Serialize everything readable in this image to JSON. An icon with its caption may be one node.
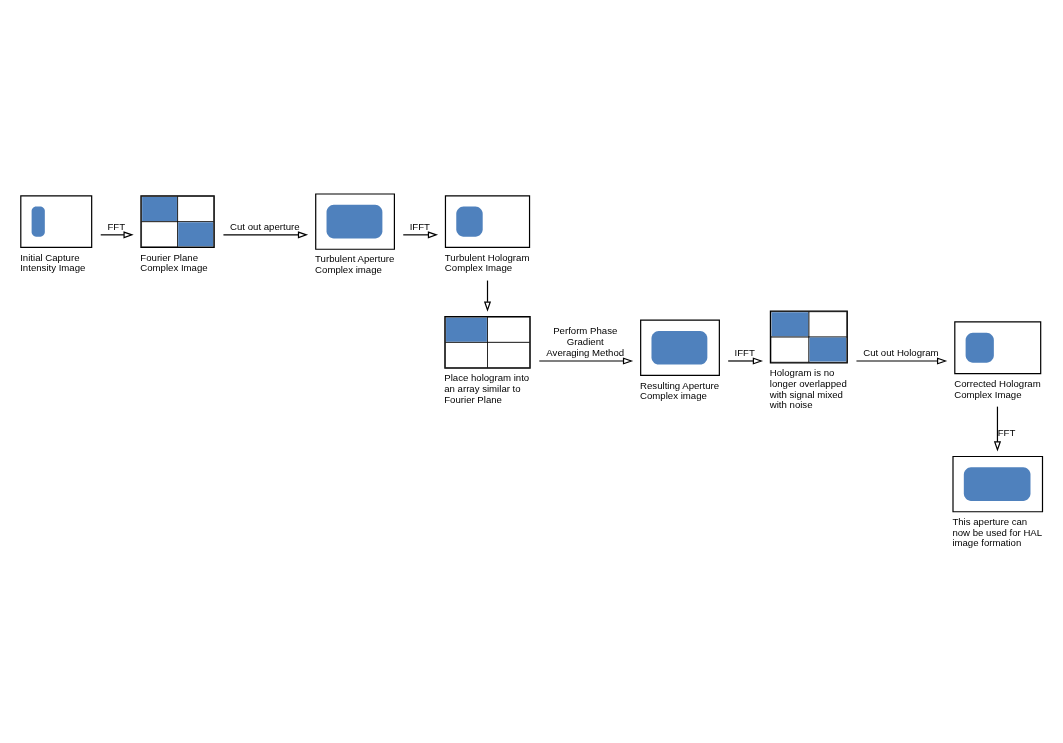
{
  "diagram": {
    "nodes": [
      {
        "text": [],
        "shape": "picture",
        "beside": [
          "Initial Capture Intensity Image"
        ]
      },
      {
        "text": [],
        "shape": "picture",
        "beside": [
          "Fourier Plane Complex Image"
        ]
      },
      {
        "text": [],
        "shape": "picture",
        "beside": [
          "Turbulent Aperture Complex image"
        ]
      },
      {
        "text": [],
        "shape": "picture",
        "beside": [
          "Turbulent Hologram Complex Image"
        ]
      },
      {
        "text": [],
        "shape": "picture",
        "beside": [
          "Place hologram into an array similar to Fourier Plane"
        ]
      },
      {
        "text": [],
        "shape": "picture",
        "beside": [
          "Resulting Aperture Complex image"
        ]
      },
      {
        "text": [],
        "shape": "picture",
        "beside": [
          "Hologram is no longer overlapped with signal mixed with noise"
        ]
      },
      {
        "text": [],
        "shape": "picture",
        "beside": [
          "Corrected Hologram Complex Image"
        ]
      },
      {
        "text": [],
        "shape": "picture",
        "beside": [
          "This aperture can now be used for HAL image formation"
        ]
      }
    ],
    "edges": [
      {
        "from": 0,
        "to": 1,
        "arrow": "to",
        "label": "FFT"
      },
      {
        "from": 1,
        "to": 2,
        "arrow": "to",
        "label": "Cut out aperture"
      },
      {
        "from": 2,
        "to": 3,
        "arrow": "to",
        "label": "IFFT"
      },
      {
        "from": 3,
        "to": 4,
        "arrow": "to"
      },
      {
        "from": 4,
        "to": 5,
        "arrow": "to",
        "label": "Perform Phase Gradient Averaging Method"
      },
      {
        "from": 5,
        "to": 6,
        "arrow": "to",
        "label": "IFFT"
      },
      {
        "from": 6,
        "to": 7,
        "arrow": "to",
        "label": "Cut out Hologram"
      },
      {
        "from": 7,
        "to": 8,
        "arrow": "to",
        "label": "FFT"
      }
    ]
  }
}
